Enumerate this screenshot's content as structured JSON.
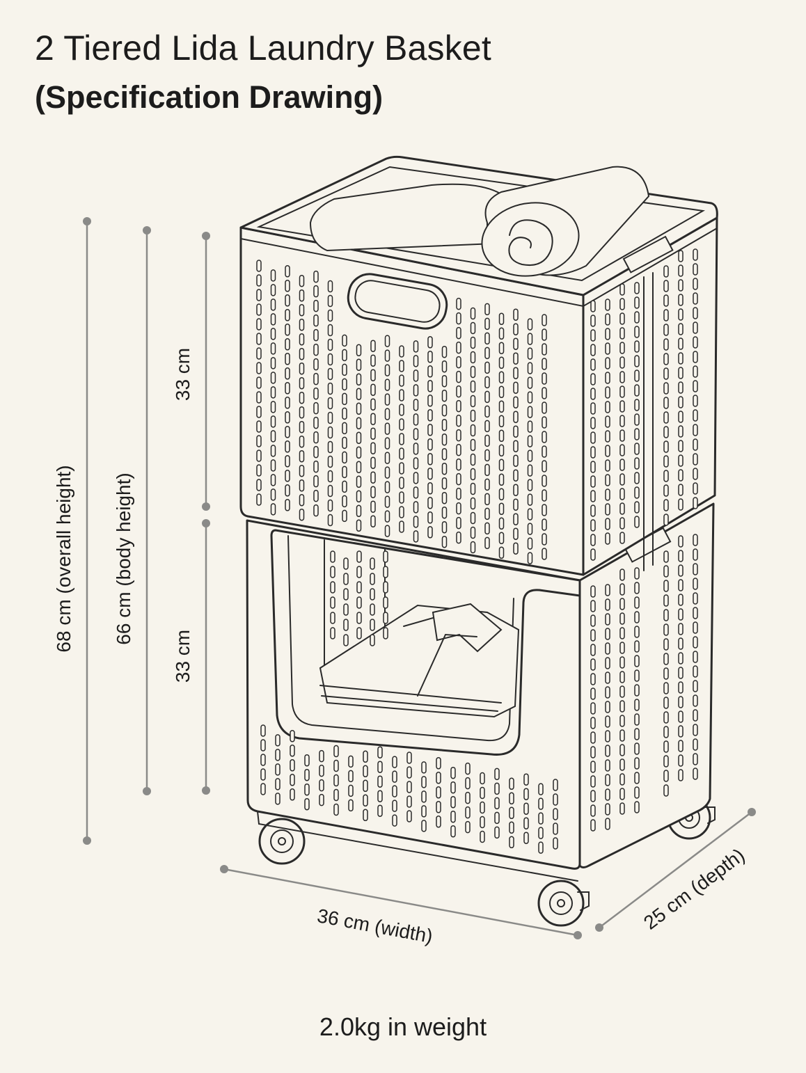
{
  "title": "2 Tiered Lida Laundry Basket",
  "subtitle": "(Specification Drawing)",
  "dimensions": {
    "overall_height": "68 cm (overall height)",
    "body_height": "66 cm (body height)",
    "upper_tier": "33 cm",
    "lower_tier": "33 cm",
    "width": "36 cm (width)",
    "depth": "25 cm (depth)"
  },
  "weight": "2.0kg in weight",
  "colors": {
    "background": "#f7f4ec",
    "ink": "#2a2a2a",
    "dimension_line": "#8a8a88"
  }
}
